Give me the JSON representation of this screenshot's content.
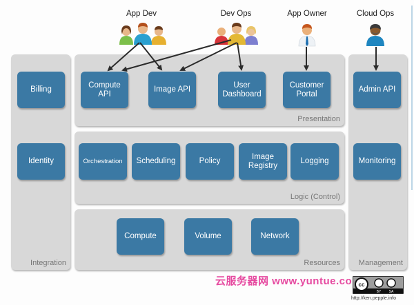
{
  "roles": [
    {
      "id": "app-dev",
      "label": "App Dev"
    },
    {
      "id": "dev-ops",
      "label": "Dev Ops"
    },
    {
      "id": "app-owner",
      "label": "App Owner"
    },
    {
      "id": "cloud-ops",
      "label": "Cloud Ops"
    }
  ],
  "panels": {
    "integration": {
      "label": "Integration",
      "boxes": [
        "Billing",
        "Identity"
      ]
    },
    "presentation": {
      "label": "Presentation",
      "boxes": [
        "Compute\nAPI",
        "Image API",
        "User\nDashboard",
        "Customer\nPortal"
      ]
    },
    "logic": {
      "label": "Logic (Control)",
      "boxes": [
        "Orchestration",
        "Scheduling",
        "Policy",
        "Image\nRegistry",
        "Logging"
      ]
    },
    "resources": {
      "label": "Resources",
      "boxes": [
        "Compute",
        "Volume",
        "Network"
      ]
    },
    "management": {
      "label": "Management",
      "boxes": [
        "Admin API",
        "Monitoring"
      ]
    }
  },
  "connections": [
    {
      "from": "App Dev",
      "to": "Compute API"
    },
    {
      "from": "App Dev",
      "to": "Image API"
    },
    {
      "from": "Dev Ops",
      "to": "Compute API"
    },
    {
      "from": "Dev Ops",
      "to": "Image API"
    },
    {
      "from": "Dev Ops",
      "to": "User Dashboard"
    },
    {
      "from": "App Owner",
      "to": "Customer Portal"
    },
    {
      "from": "Cloud Ops",
      "to": "Admin API"
    }
  ],
  "watermark": "云服务器网 www.yuntue.com",
  "license": {
    "badge": "cc BY SA",
    "by": "BY",
    "sa": "SA",
    "url": "http://ken.pepple.info"
  },
  "colors": {
    "box": "#3b79a4",
    "panel": "#d8d8d8",
    "watermark": "#e64aa0"
  }
}
